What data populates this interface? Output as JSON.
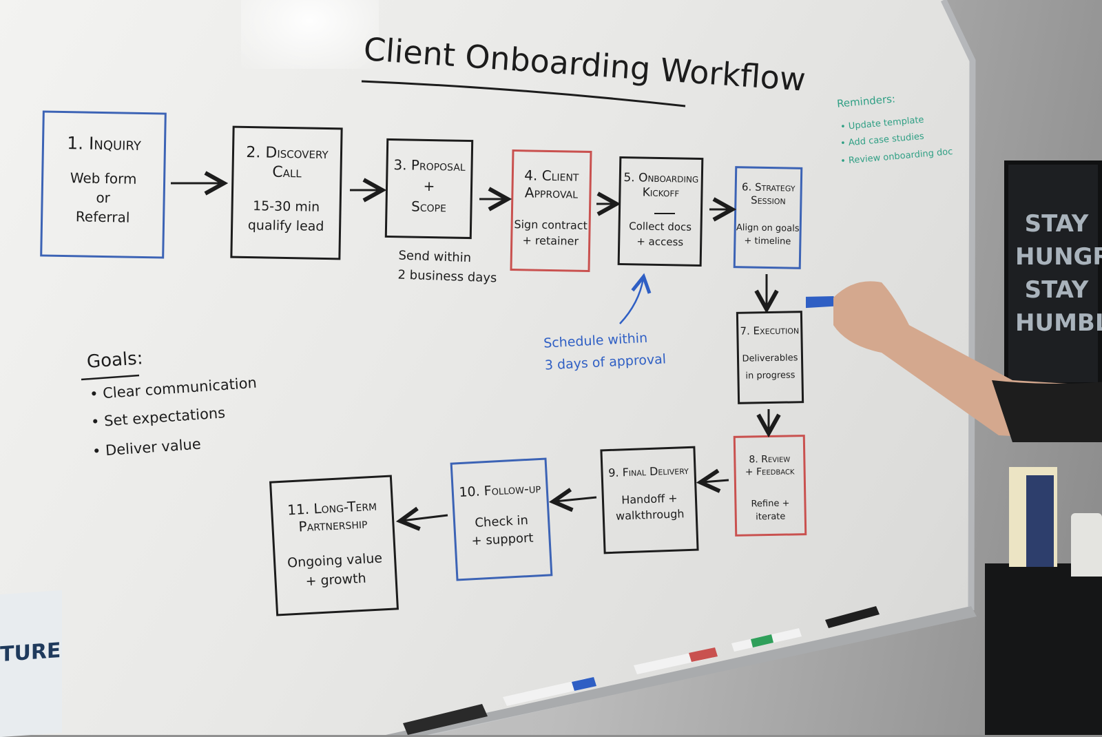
{
  "title": "Client Onboarding Workflow",
  "reminders": {
    "heading": "Reminders:",
    "items": [
      "• Update template",
      "• Add case studies",
      "• Review onboarding doc"
    ]
  },
  "steps": [
    {
      "label": "1. Inquiry",
      "sub": "Web form\nor\nReferral",
      "color": "#3c63b5"
    },
    {
      "label": "2. Discovery\nCall",
      "sub": "15-30 min\nqualify lead",
      "color": "#1c1c1c"
    },
    {
      "label": "3. Proposal\n+\nScope",
      "sub": "",
      "color": "#1c1c1c"
    },
    {
      "label": "4. Client\nApproval",
      "sub": "Sign contract\n+ retainer",
      "color": "#c9514f"
    },
    {
      "label": "5. Onboarding\nKickoff",
      "sub": "Collect docs\n+ access",
      "color": "#1c1c1c"
    },
    {
      "label": "6. Strategy\nSession",
      "sub": "Align on goals\n+ timeline",
      "color": "#3c63b5"
    },
    {
      "label": "7. Execution",
      "sub": "Deliverables\nin progress",
      "color": "#1c1c1c"
    },
    {
      "label": "8. Review\n+ Feedback",
      "sub": "Refine + iterate",
      "color": "#c9514f"
    },
    {
      "label": "9. Final Delivery",
      "sub": "Handoff +\nwalkthrough",
      "color": "#1c1c1c"
    },
    {
      "label": "10. Follow-up",
      "sub": "Check in\n+ support",
      "color": "#3c63b5"
    },
    {
      "label": "11. Long-Term\nPartnership",
      "sub": "Ongoing value\n+ growth",
      "color": "#1c1c1c"
    }
  ],
  "notes": {
    "proposal_note": "Send within\n2 business days",
    "schedule_note": "Schedule within\n3 days of approval"
  },
  "goals": {
    "heading": "Goals:",
    "items": [
      "Clear communication",
      "Set expectations",
      "Deliver value"
    ]
  },
  "poster_text": "STAY\nHUNGRY\nSTAY\nHUMBLE",
  "paper_text": "TURE"
}
